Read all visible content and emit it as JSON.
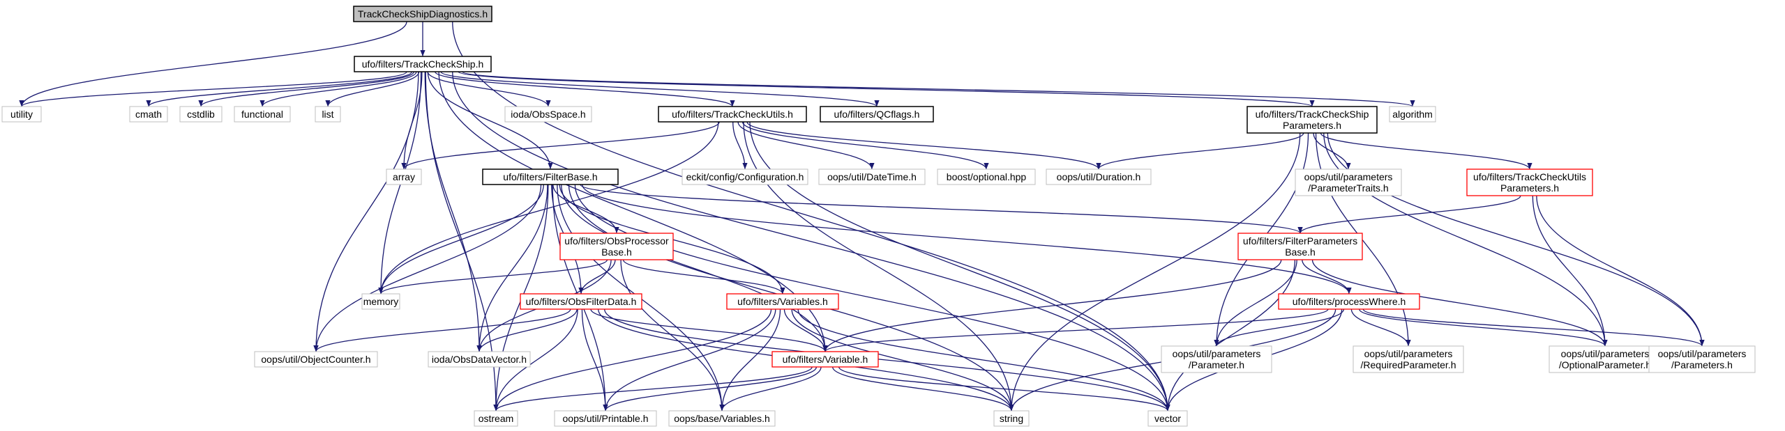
{
  "diagram": {
    "colors": {
      "edge": "#191970",
      "border_root": "#000000",
      "border_source": "#000000",
      "border_incomplete": "#ff0000",
      "border_external": "#bfbfbf",
      "root_fill": "#bfbfbf",
      "fill": "#ffffff"
    },
    "nodes": [
      {
        "id": "n_root",
        "lines": [
          "TrackCheckShipDiagnostics.h"
        ],
        "kind": "root"
      },
      {
        "id": "n_tcs",
        "lines": [
          "ufo/filters/TrackCheckShip.h"
        ],
        "kind": "source"
      },
      {
        "id": "n_utility",
        "lines": [
          "utility"
        ],
        "kind": "external"
      },
      {
        "id": "n_cmath",
        "lines": [
          "cmath"
        ],
        "kind": "external"
      },
      {
        "id": "n_cstdlib",
        "lines": [
          "cstdlib"
        ],
        "kind": "external"
      },
      {
        "id": "n_functional",
        "lines": [
          "functional"
        ],
        "kind": "external"
      },
      {
        "id": "n_list",
        "lines": [
          "list"
        ],
        "kind": "external"
      },
      {
        "id": "n_obsspace",
        "lines": [
          "ioda/ObsSpace.h"
        ],
        "kind": "external"
      },
      {
        "id": "n_tcu",
        "lines": [
          "ufo/filters/TrackCheckUtils.h"
        ],
        "kind": "source"
      },
      {
        "id": "n_qcflags",
        "lines": [
          "ufo/filters/QCflags.h"
        ],
        "kind": "source"
      },
      {
        "id": "n_tcsp",
        "lines": [
          "ufo/filters/TrackCheckShip",
          "Parameters.h"
        ],
        "kind": "source"
      },
      {
        "id": "n_algorithm",
        "lines": [
          "algorithm"
        ],
        "kind": "external"
      },
      {
        "id": "n_array",
        "lines": [
          "array"
        ],
        "kind": "external"
      },
      {
        "id": "n_filterbase",
        "lines": [
          "ufo/filters/FilterBase.h"
        ],
        "kind": "source"
      },
      {
        "id": "n_eckit",
        "lines": [
          "eckit/config/Configuration.h"
        ],
        "kind": "external"
      },
      {
        "id": "n_datetime",
        "lines": [
          "oops/util/DateTime.h"
        ],
        "kind": "external"
      },
      {
        "id": "n_boostopt",
        "lines": [
          "boost/optional.hpp"
        ],
        "kind": "external"
      },
      {
        "id": "n_duration",
        "lines": [
          "oops/util/Duration.h"
        ],
        "kind": "external"
      },
      {
        "id": "n_paramtraits",
        "lines": [
          "oops/util/parameters",
          "/ParameterTraits.h"
        ],
        "kind": "external"
      },
      {
        "id": "n_tcup",
        "lines": [
          "ufo/filters/TrackCheckUtils",
          "Parameters.h"
        ],
        "kind": "incomplete"
      },
      {
        "id": "n_opb",
        "lines": [
          "ufo/filters/ObsProcessor",
          "Base.h"
        ],
        "kind": "incomplete"
      },
      {
        "id": "n_fpb",
        "lines": [
          "ufo/filters/FilterParameters",
          "Base.h"
        ],
        "kind": "incomplete"
      },
      {
        "id": "n_memory",
        "lines": [
          "memory"
        ],
        "kind": "external"
      },
      {
        "id": "n_ofd",
        "lines": [
          "ufo/filters/ObsFilterData.h"
        ],
        "kind": "incomplete"
      },
      {
        "id": "n_vars",
        "lines": [
          "ufo/filters/Variables.h"
        ],
        "kind": "incomplete"
      },
      {
        "id": "n_pw",
        "lines": [
          "ufo/filters/processWhere.h"
        ],
        "kind": "incomplete"
      },
      {
        "id": "n_objcounter",
        "lines": [
          "oops/util/ObjectCounter.h"
        ],
        "kind": "external"
      },
      {
        "id": "n_odv",
        "lines": [
          "ioda/ObsDataVector.h"
        ],
        "kind": "external"
      },
      {
        "id": "n_var",
        "lines": [
          "ufo/filters/Variable.h"
        ],
        "kind": "incomplete"
      },
      {
        "id": "n_param",
        "lines": [
          "oops/util/parameters",
          "/Parameter.h"
        ],
        "kind": "external"
      },
      {
        "id": "n_reqparam",
        "lines": [
          "oops/util/parameters",
          "/RequiredParameter.h"
        ],
        "kind": "external"
      },
      {
        "id": "n_optparam",
        "lines": [
          "oops/util/parameters",
          "/OptionalParameter.h"
        ],
        "kind": "external"
      },
      {
        "id": "n_params",
        "lines": [
          "oops/util/parameters",
          "/Parameters.h"
        ],
        "kind": "external"
      },
      {
        "id": "n_ostream",
        "lines": [
          "ostream"
        ],
        "kind": "external"
      },
      {
        "id": "n_printable",
        "lines": [
          "oops/util/Printable.h"
        ],
        "kind": "external"
      },
      {
        "id": "n_oopsvars",
        "lines": [
          "oops/base/Variables.h"
        ],
        "kind": "external"
      },
      {
        "id": "n_string",
        "lines": [
          "string"
        ],
        "kind": "external"
      },
      {
        "id": "n_vector",
        "lines": [
          "vector"
        ],
        "kind": "external"
      }
    ],
    "edges": [
      [
        "n_root",
        "n_tcs"
      ],
      [
        "n_root",
        "n_utility"
      ],
      [
        "n_root",
        "n_vector"
      ],
      [
        "n_tcs",
        "n_utility"
      ],
      [
        "n_tcs",
        "n_cmath"
      ],
      [
        "n_tcs",
        "n_cstdlib"
      ],
      [
        "n_tcs",
        "n_functional"
      ],
      [
        "n_tcs",
        "n_list"
      ],
      [
        "n_tcs",
        "n_obsspace"
      ],
      [
        "n_tcs",
        "n_tcu"
      ],
      [
        "n_tcs",
        "n_qcflags"
      ],
      [
        "n_tcs",
        "n_tcsp"
      ],
      [
        "n_tcs",
        "n_algorithm"
      ],
      [
        "n_tcs",
        "n_array"
      ],
      [
        "n_tcs",
        "n_filterbase"
      ],
      [
        "n_tcs",
        "n_memory"
      ],
      [
        "n_tcs",
        "n_objcounter"
      ],
      [
        "n_tcs",
        "n_odv"
      ],
      [
        "n_tcs",
        "n_ostream"
      ],
      [
        "n_tcs",
        "n_vector"
      ],
      [
        "n_tcs",
        "n_var"
      ],
      [
        "n_tcu",
        "n_array"
      ],
      [
        "n_tcu",
        "n_memory"
      ],
      [
        "n_tcu",
        "n_eckit"
      ],
      [
        "n_tcu",
        "n_datetime"
      ],
      [
        "n_tcu",
        "n_boostopt"
      ],
      [
        "n_tcu",
        "n_duration"
      ],
      [
        "n_tcu",
        "n_vector"
      ],
      [
        "n_tcu",
        "n_string"
      ],
      [
        "n_tcsp",
        "n_duration"
      ],
      [
        "n_tcsp",
        "n_paramtraits"
      ],
      [
        "n_tcsp",
        "n_tcup"
      ],
      [
        "n_tcsp",
        "n_string"
      ],
      [
        "n_tcsp",
        "n_param"
      ],
      [
        "n_tcsp",
        "n_reqparam"
      ],
      [
        "n_tcsp",
        "n_optparam"
      ],
      [
        "n_tcsp",
        "n_params"
      ],
      [
        "n_tcup",
        "n_fpb"
      ],
      [
        "n_tcup",
        "n_optparam"
      ],
      [
        "n_tcup",
        "n_params"
      ],
      [
        "n_filterbase",
        "n_opb"
      ],
      [
        "n_filterbase",
        "n_fpb"
      ],
      [
        "n_filterbase",
        "n_memory"
      ],
      [
        "n_filterbase",
        "n_ofd"
      ],
      [
        "n_filterbase",
        "n_vars"
      ],
      [
        "n_filterbase",
        "n_pw"
      ],
      [
        "n_filterbase",
        "n_objcounter"
      ],
      [
        "n_filterbase",
        "n_odv"
      ],
      [
        "n_filterbase",
        "n_ostream"
      ],
      [
        "n_filterbase",
        "n_printable"
      ],
      [
        "n_filterbase",
        "n_oopsvars"
      ],
      [
        "n_filterbase",
        "n_string"
      ],
      [
        "n_filterbase",
        "n_vector"
      ],
      [
        "n_filterbase",
        "n_var"
      ],
      [
        "n_opb",
        "n_memory"
      ],
      [
        "n_opb",
        "n_ofd"
      ],
      [
        "n_opb",
        "n_vars"
      ],
      [
        "n_opb",
        "n_odv"
      ],
      [
        "n_opb",
        "n_oopsvars"
      ],
      [
        "n_fpb",
        "n_pw"
      ],
      [
        "n_fpb",
        "n_var"
      ],
      [
        "n_fpb",
        "n_param"
      ],
      [
        "n_fpb",
        "n_optparam"
      ],
      [
        "n_fpb",
        "n_vector"
      ],
      [
        "n_ofd",
        "n_objcounter"
      ],
      [
        "n_ofd",
        "n_odv"
      ],
      [
        "n_ofd",
        "n_var"
      ],
      [
        "n_ofd",
        "n_ostream"
      ],
      [
        "n_ofd",
        "n_printable"
      ],
      [
        "n_ofd",
        "n_string"
      ],
      [
        "n_ofd",
        "n_vector"
      ],
      [
        "n_vars",
        "n_var"
      ],
      [
        "n_vars",
        "n_ostream"
      ],
      [
        "n_vars",
        "n_printable"
      ],
      [
        "n_vars",
        "n_oopsvars"
      ],
      [
        "n_vars",
        "n_string"
      ],
      [
        "n_vars",
        "n_vector"
      ],
      [
        "n_pw",
        "n_var"
      ],
      [
        "n_pw",
        "n_param"
      ],
      [
        "n_pw",
        "n_reqparam"
      ],
      [
        "n_pw",
        "n_optparam"
      ],
      [
        "n_pw",
        "n_params"
      ],
      [
        "n_pw",
        "n_string"
      ],
      [
        "n_pw",
        "n_vector"
      ],
      [
        "n_var",
        "n_ostream"
      ],
      [
        "n_var",
        "n_printable"
      ],
      [
        "n_var",
        "n_oopsvars"
      ],
      [
        "n_var",
        "n_string"
      ],
      [
        "n_var",
        "n_vector"
      ]
    ]
  }
}
